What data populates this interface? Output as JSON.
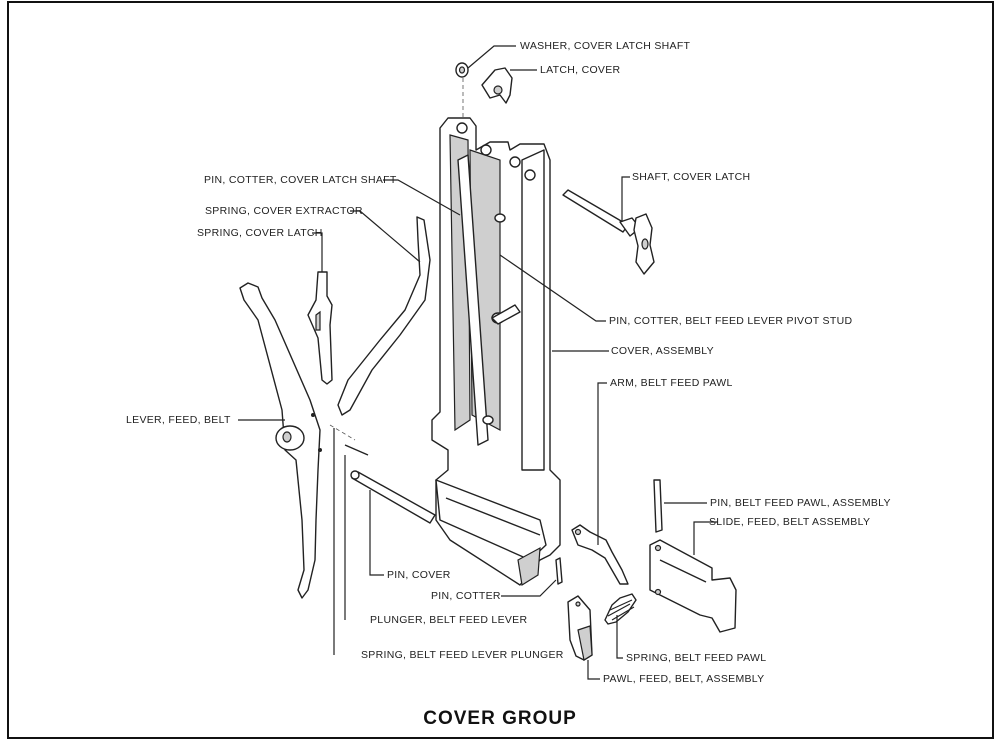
{
  "title": "COVER GROUP",
  "labels": {
    "washer": "WASHER, COVER LATCH SHAFT",
    "latch": "LATCH, COVER",
    "shaft": "SHAFT, COVER LATCH",
    "pin_cotter_latch_shaft": "PIN, COTTER, COVER LATCH SHAFT",
    "spring_extractor": "SPRING, COVER EXTRACTOR",
    "spring_latch": "SPRING, COVER LATCH",
    "pin_cotter_pivot": "PIN, COTTER, BELT FEED LEVER PIVOT STUD",
    "cover_assembly": "COVER, ASSEMBLY",
    "arm_pawl": "ARM, BELT FEED PAWL",
    "lever_feed_belt": "LEVER, FEED, BELT",
    "pin_pawl_assembly": "PIN, BELT FEED PAWL, ASSEMBLY",
    "slide_assembly": "SLIDE, FEED, BELT ASSEMBLY",
    "pin_cover": "PIN, COVER",
    "pin_cotter": "PIN, COTTER",
    "plunger": "PLUNGER, BELT FEED LEVER",
    "spring_pawl": "SPRING, BELT FEED PAWL",
    "spring_plunger": "SPRING, BELT FEED LEVER PLUNGER",
    "pawl_assembly": "PAWL, FEED, BELT, ASSEMBLY"
  },
  "colors": {
    "ink": "#222222",
    "shade": "#cfcfcf",
    "paper": "#ffffff"
  }
}
